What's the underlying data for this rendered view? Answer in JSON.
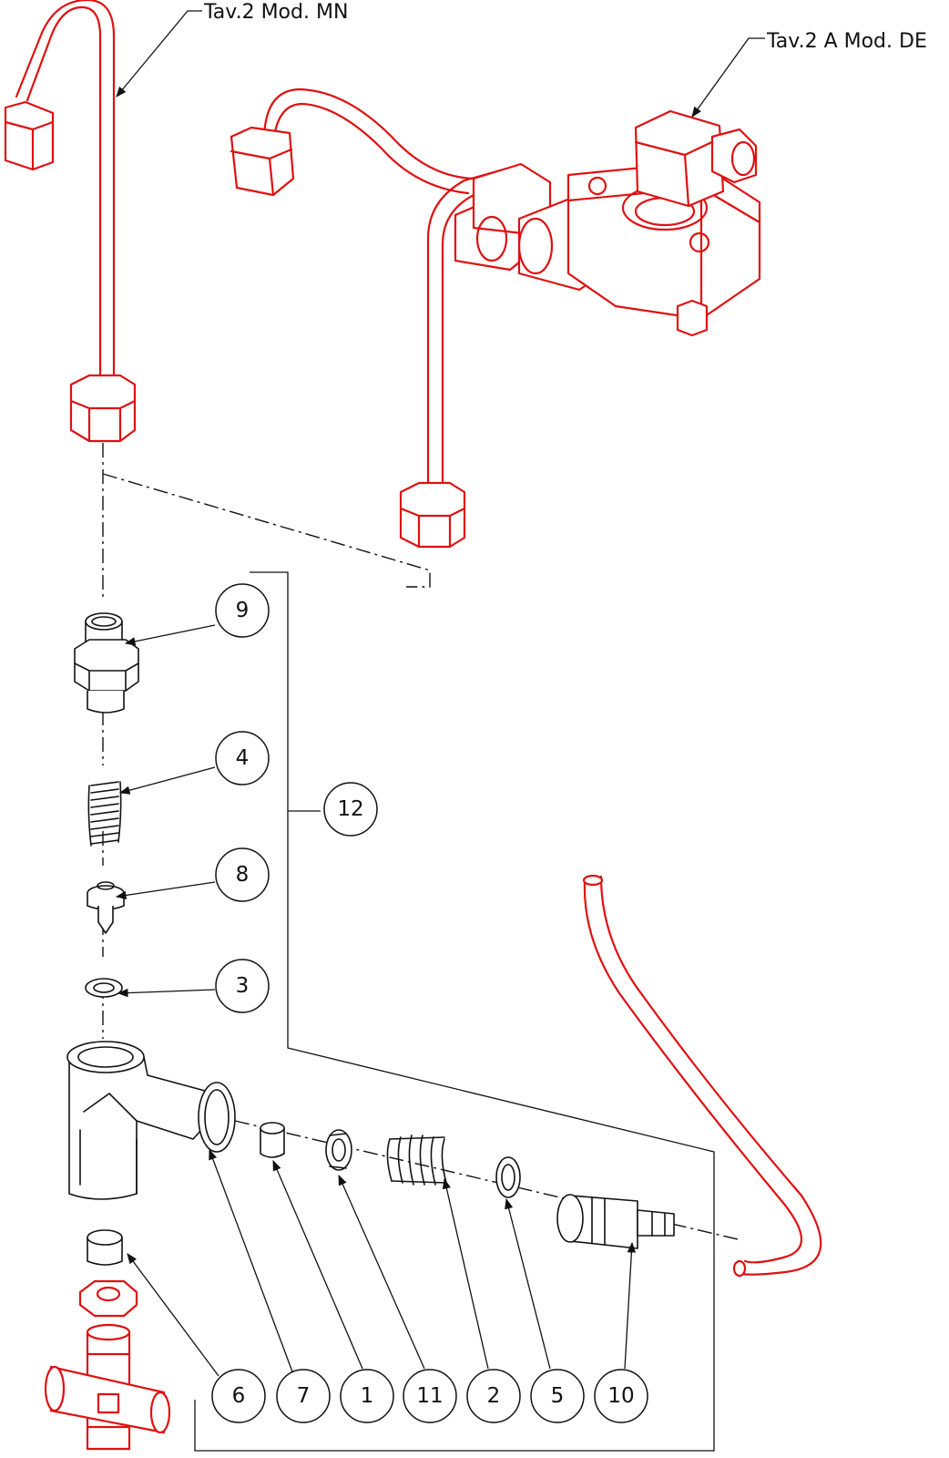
{
  "references": {
    "mn": "Tav.2 Mod. MN",
    "de": "Tav.2 A Mod. DE"
  },
  "balloons": [
    "9",
    "4",
    "12",
    "8",
    "3",
    "6",
    "7",
    "1",
    "11",
    "2",
    "5",
    "10"
  ],
  "colors": {
    "highlight": "#e01010",
    "line": "#111111",
    "background": "#ffffff"
  }
}
